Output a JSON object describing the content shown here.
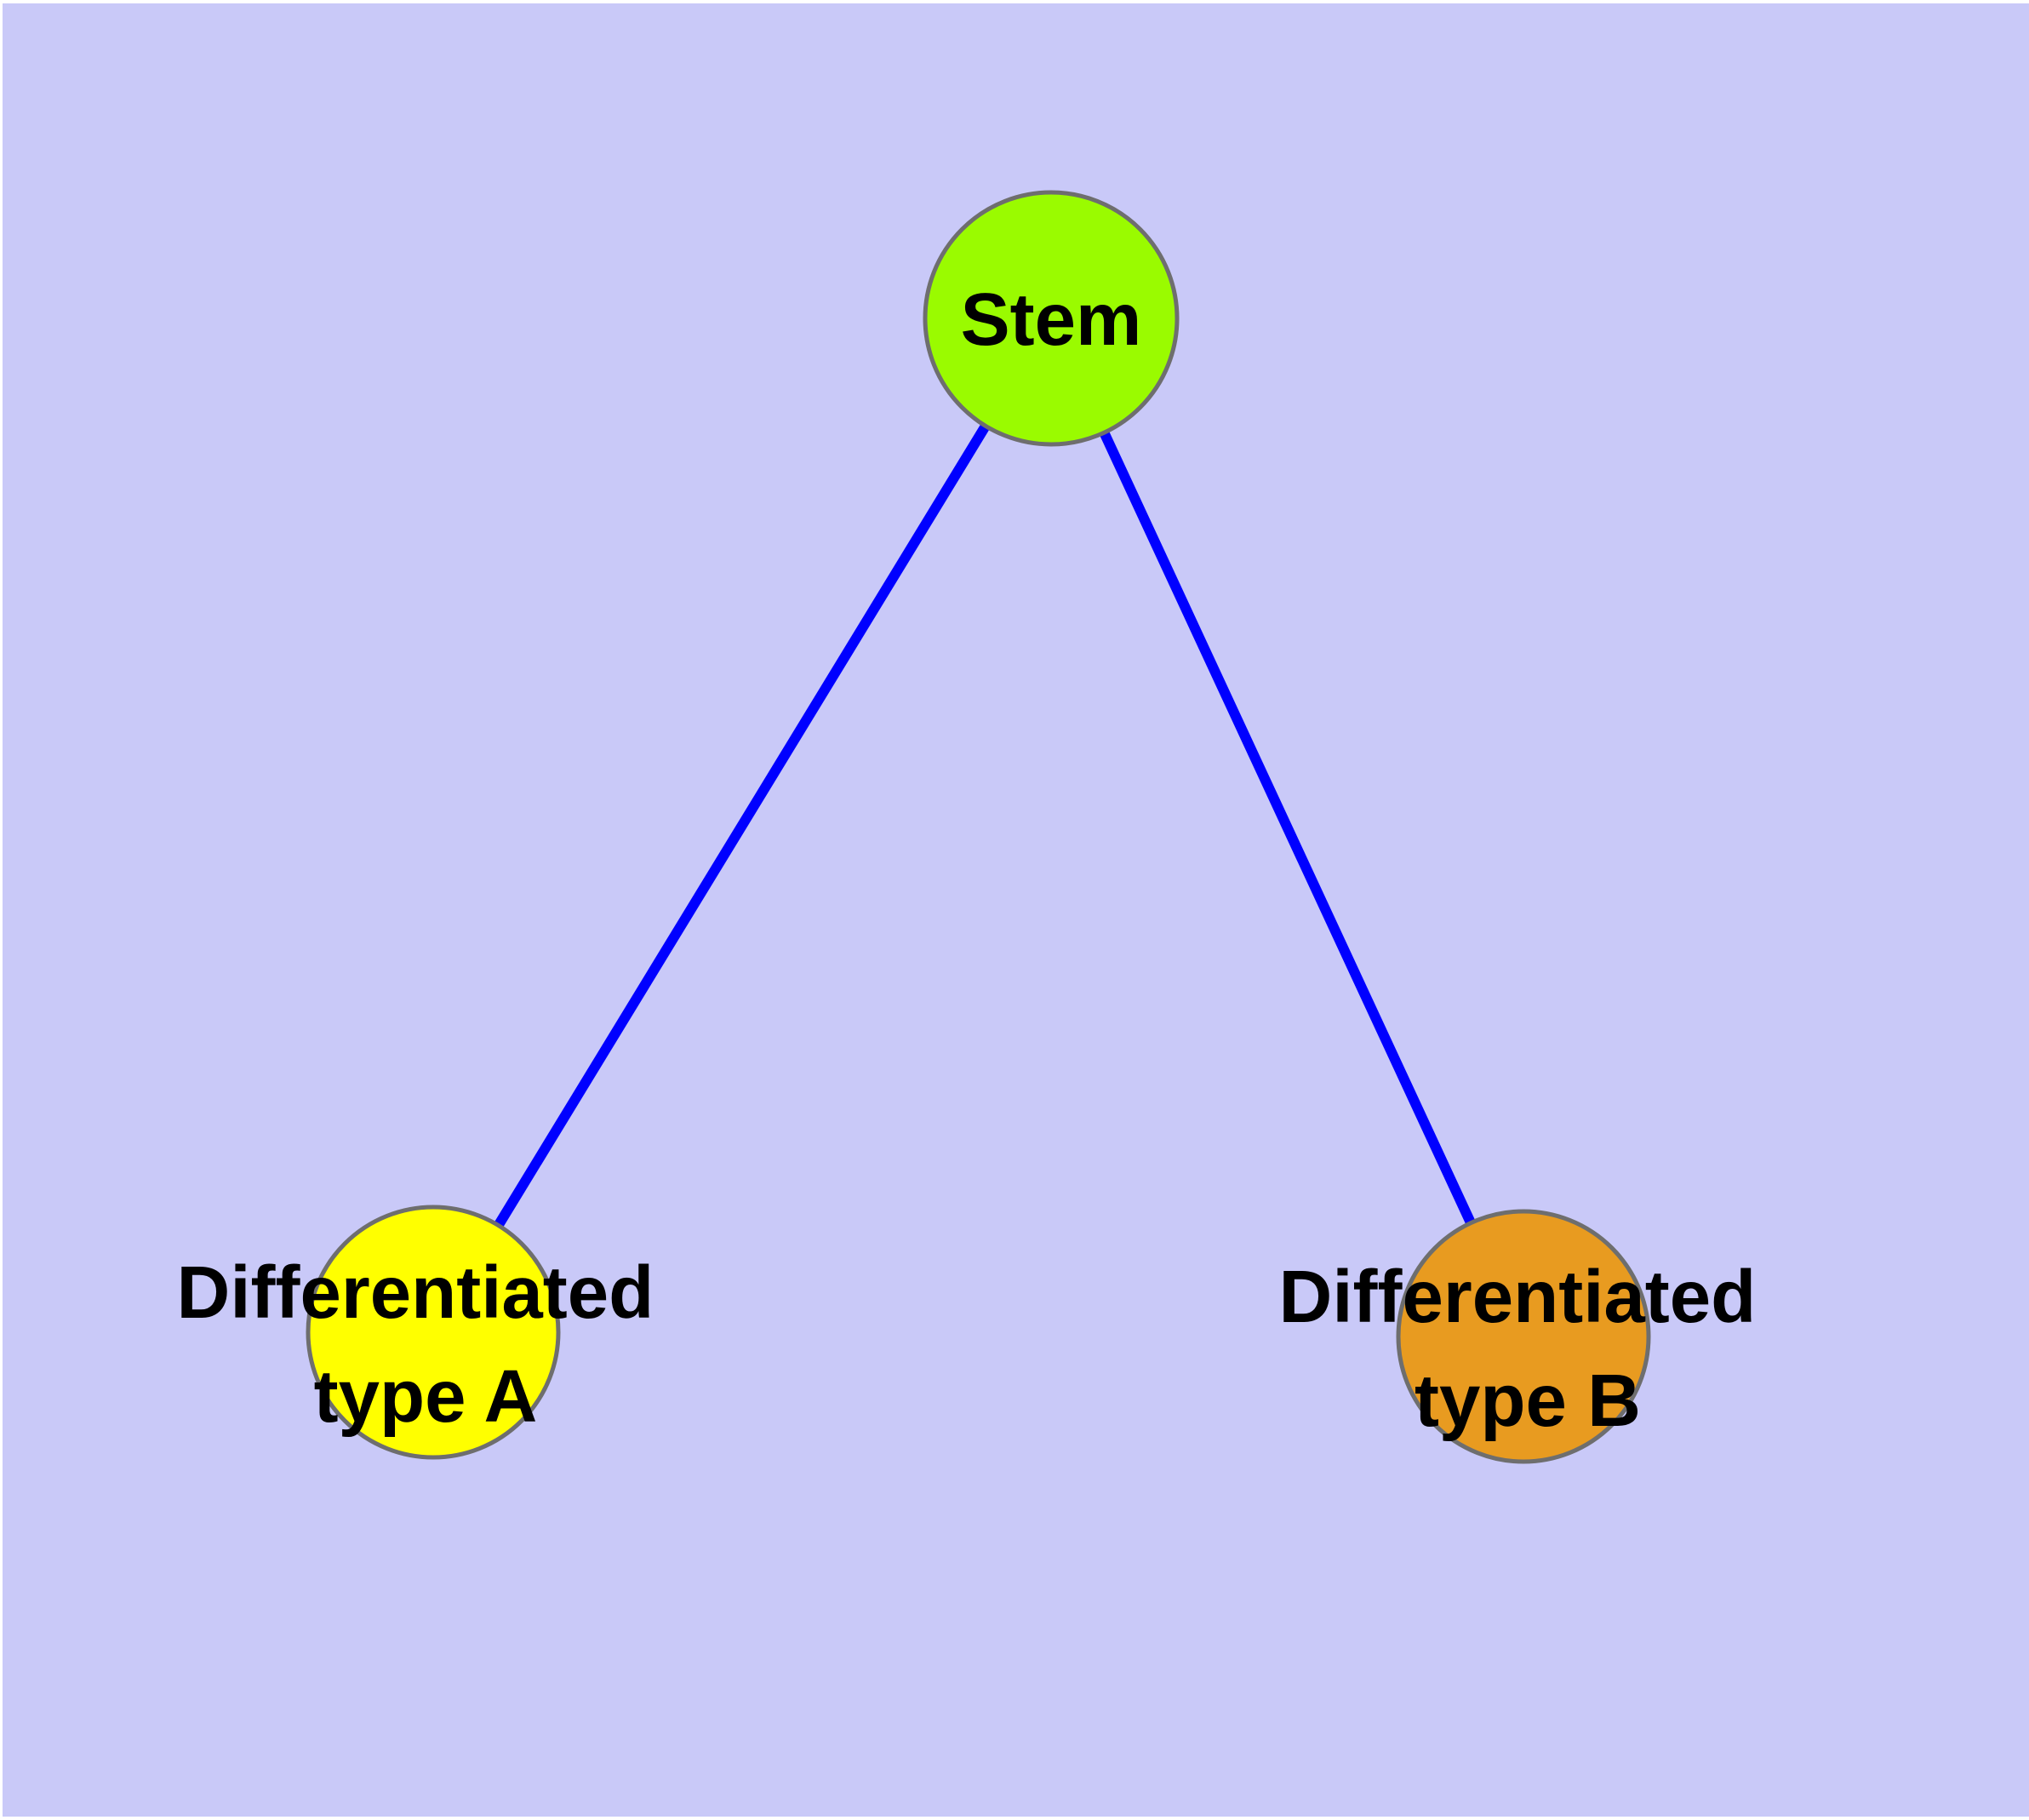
{
  "canvas": {
    "background_color": "#c9c9f8",
    "frame_color": "#ffffff"
  },
  "graph": {
    "edge_color": "#0000ff",
    "edge_width": "12",
    "node_border_color": "#6e6e6e",
    "node_border_width": "5",
    "label_color": "#000000",
    "nodes": [
      {
        "id": "stem",
        "label": "Stem",
        "fill": "#9afb00"
      },
      {
        "id": "differentiated-type-a",
        "label_line1": "Differentiated",
        "label_line2": "type A",
        "fill": "#ffff00"
      },
      {
        "id": "differentiated-type-b",
        "label_line1": "Differentiated",
        "label_line2": "type B",
        "fill": "#e89b20"
      }
    ],
    "edges": [
      {
        "from": "stem",
        "to": "differentiated-type-a"
      },
      {
        "from": "stem",
        "to": "differentiated-type-b"
      }
    ]
  }
}
